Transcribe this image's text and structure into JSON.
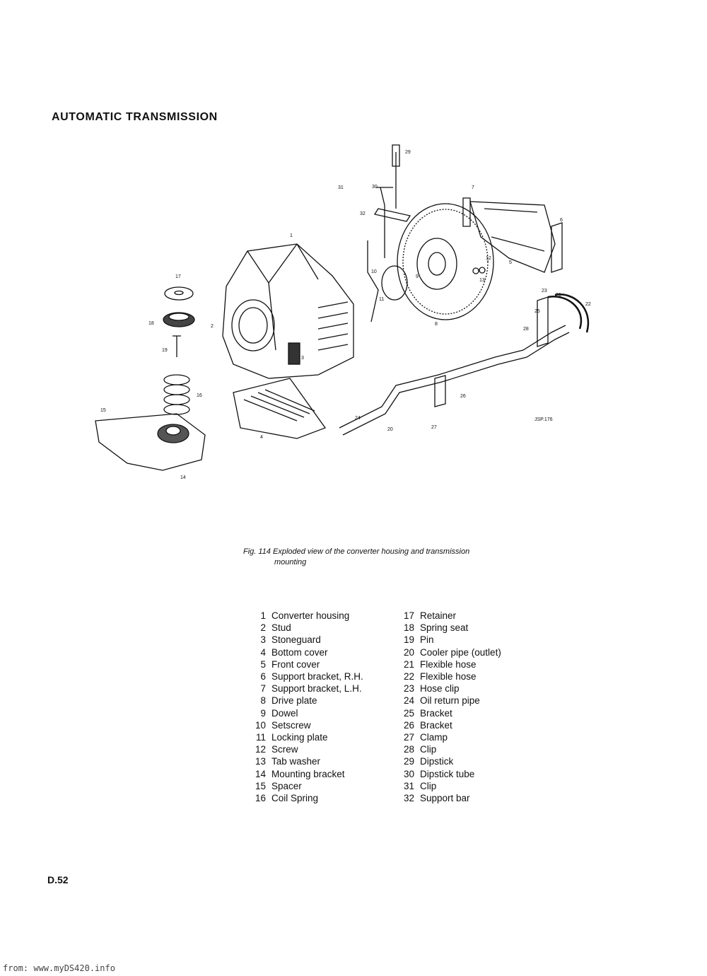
{
  "header": {
    "title": "AUTOMATIC TRANSMISSION"
  },
  "figure": {
    "callouts": [
      "1",
      "2",
      "3",
      "4",
      "5",
      "6",
      "7",
      "8",
      "9",
      "10",
      "11",
      "12",
      "13",
      "14",
      "15",
      "16",
      "17",
      "18",
      "19",
      "20",
      "21",
      "22",
      "23",
      "24",
      "25",
      "26",
      "27",
      "28",
      "29",
      "30",
      "31",
      "32"
    ],
    "drawing_ref": "JSP.176"
  },
  "caption": {
    "line1": "Fig. 114  Exploded view of the converter housing and transmission",
    "line2": "mounting"
  },
  "legend": {
    "left": [
      {
        "num": "1",
        "label": "Converter housing"
      },
      {
        "num": "2",
        "label": "Stud"
      },
      {
        "num": "3",
        "label": "Stoneguard"
      },
      {
        "num": "4",
        "label": "Bottom cover"
      },
      {
        "num": "5",
        "label": "Front cover"
      },
      {
        "num": "6",
        "label": "Support bracket, R.H."
      },
      {
        "num": "7",
        "label": "Support bracket, L.H."
      },
      {
        "num": "8",
        "label": "Drive plate"
      },
      {
        "num": "9",
        "label": "Dowel"
      },
      {
        "num": "10",
        "label": "Setscrew"
      },
      {
        "num": "11",
        "label": "Locking plate"
      },
      {
        "num": "12",
        "label": "Screw"
      },
      {
        "num": "13",
        "label": "Tab washer"
      },
      {
        "num": "14",
        "label": "Mounting bracket"
      },
      {
        "num": "15",
        "label": "Spacer"
      },
      {
        "num": "16",
        "label": "Coil Spring"
      }
    ],
    "right": [
      {
        "num": "17",
        "label": "Retainer"
      },
      {
        "num": "18",
        "label": "Spring seat"
      },
      {
        "num": "19",
        "label": "Pin"
      },
      {
        "num": "20",
        "label": "Cooler pipe (outlet)"
      },
      {
        "num": "21",
        "label": "Flexible hose"
      },
      {
        "num": "22",
        "label": "Flexible hose"
      },
      {
        "num": "23",
        "label": "Hose clip"
      },
      {
        "num": "24",
        "label": "Oil return pipe"
      },
      {
        "num": "25",
        "label": "Bracket"
      },
      {
        "num": "26",
        "label": "Bracket"
      },
      {
        "num": "27",
        "label": "Clamp"
      },
      {
        "num": "28",
        "label": "Clip"
      },
      {
        "num": "29",
        "label": "Dipstick"
      },
      {
        "num": "30",
        "label": "Dipstick tube"
      },
      {
        "num": "31",
        "label": "Clip"
      },
      {
        "num": "32",
        "label": "Support bar"
      }
    ]
  },
  "footer": {
    "page_number": "D.52",
    "source": "from: www.myDS420.info"
  }
}
